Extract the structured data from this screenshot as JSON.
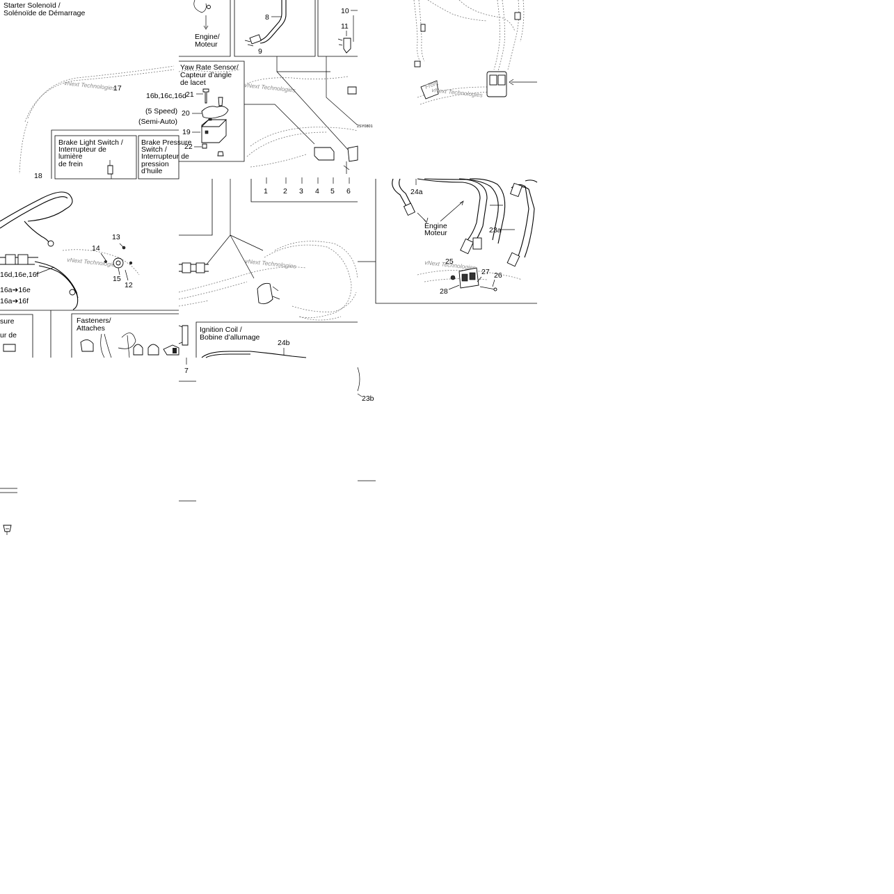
{
  "labels": {
    "starter_title_en": "Starter Solenoïd /",
    "starter_title_fr": "Solénoïde de Démarrage",
    "engine_top_en": "Engine/",
    "engine_top_fr": "Moteur",
    "n8": "8",
    "n9": "9",
    "n10": "10",
    "n11": "11",
    "yaw_l1": "Yaw Rate Sensor/",
    "yaw_l2": "Capteur d’angle",
    "yaw_l3": "de lacet",
    "n16bcd": "16b,16c,16d",
    "n21": "21",
    "n20": "20",
    "speed5": "(5 Speed)",
    "n19": "19",
    "semiauto": "(Semi-Auto)",
    "n22": "22",
    "n17": "17",
    "n18": "18",
    "brake_l1": "Brake Light Switch /",
    "brake_l2": "Interrupteur de",
    "brake_l3": "lumière",
    "brake_l4": "de frein",
    "press_l1": "Brake Pressure",
    "press_l2": "Switch /",
    "press_l3": "Interrupteur de",
    "press_l4": "pression",
    "press_l5": "d’huile",
    "diagram_code": "2SY0801",
    "n1": "1",
    "n2": "2",
    "n3": "3",
    "n4": "4",
    "n5": "5",
    "n6": "6",
    "n13": "13",
    "n14": "14",
    "n15": "15",
    "n12": "12",
    "n16def": "16d,16e,16f",
    "n16ae": "16a➔16e",
    "n16af": "16a➔16f",
    "fasteners_en": "Fasteners/",
    "fasteners_fr": "Attaches",
    "n7": "7",
    "ign_l1": "Ignition Coil /",
    "ign_l2": "Bobine d’allumage",
    "n24b": "24b",
    "n24a": "24a",
    "engine_r_en": "Engine",
    "engine_r_fr": "Moteur",
    "n23a": "23a",
    "n25": "25",
    "n27": "27",
    "n26": "26",
    "n28": "28",
    "n23b": "23b",
    "front": "Front",
    "watermark": "vNext Technologies"
  }
}
